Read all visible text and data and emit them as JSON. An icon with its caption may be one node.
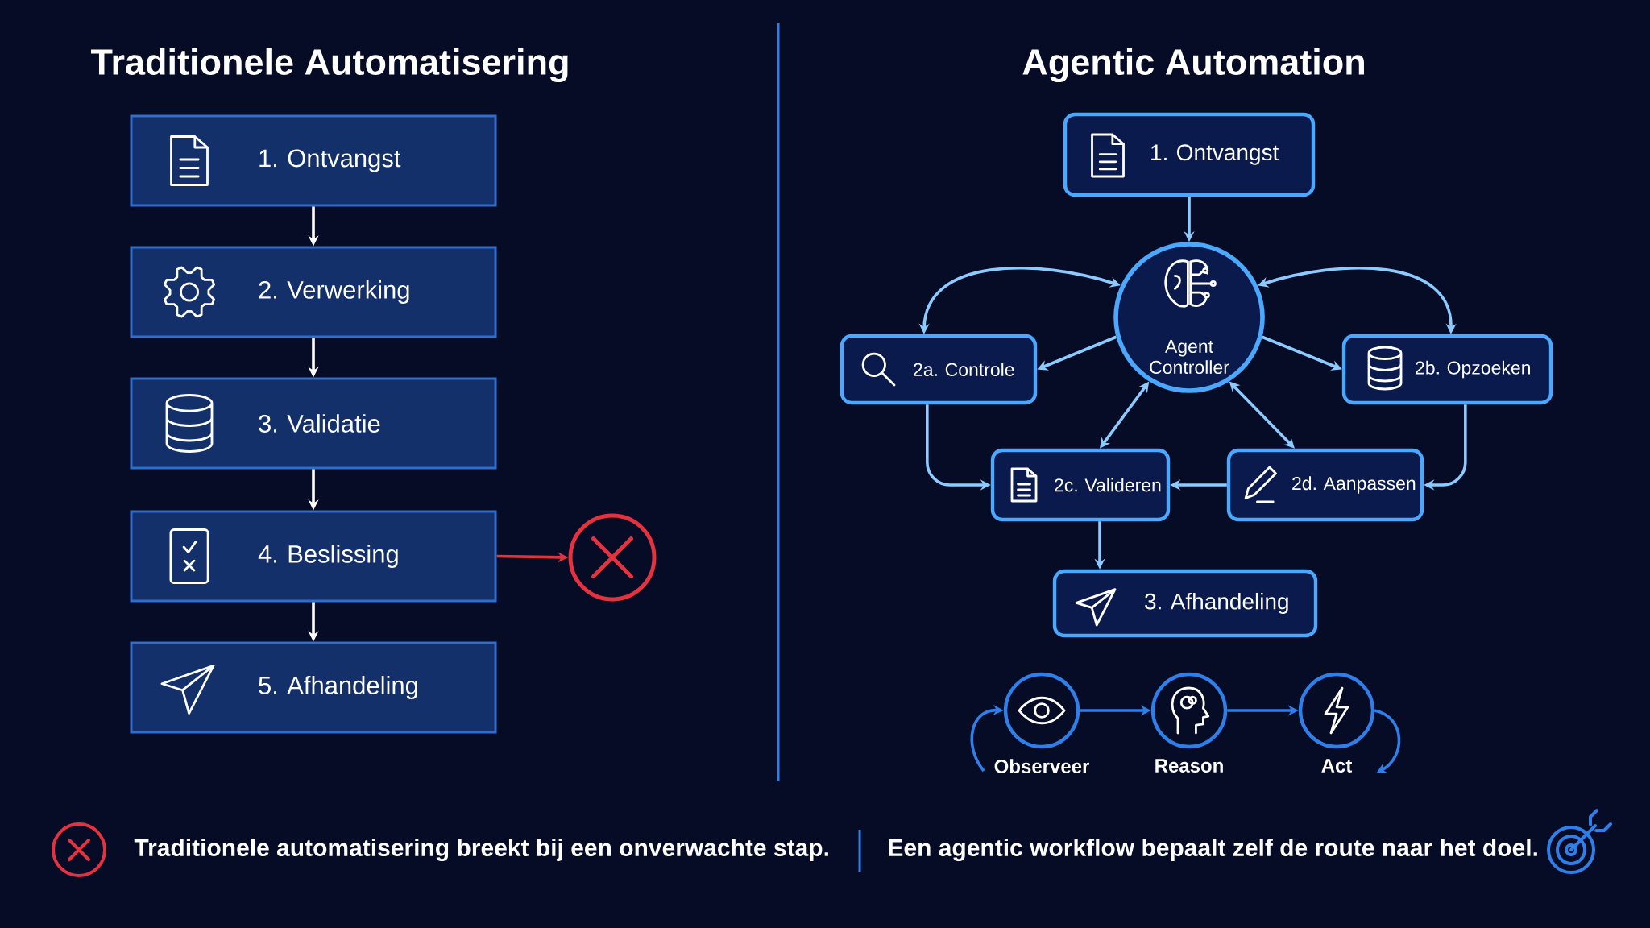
{
  "diagram": {
    "nodes": [
      {
        "text": [
          "1. Ontvangst"
        ]
      },
      {
        "text": [
          "2. Verwerking"
        ]
      },
      {
        "text": [
          "3. Validatie"
        ]
      },
      {
        "text": [
          "4. Beslissing"
        ]
      },
      {
        "text": [
          "5. Afhandeling"
        ]
      },
      {
        "text": [],
        "shape": "circle"
      },
      {
        "text": [
          "1. Ontvangst"
        ]
      },
      {
        "text": [
          "Agent Controller"
        ]
      },
      {
        "text": [
          "2a. Controle"
        ]
      },
      {
        "text": [
          "2b. Opzoeken"
        ]
      },
      {
        "text": [
          "2c. Valideren"
        ]
      },
      {
        "text": [
          "2d. Aanpassen"
        ]
      },
      {
        "text": [
          "3. Afhandeling"
        ]
      },
      {
        "text": [
          "Observeer"
        ]
      },
      {
        "text": [
          "Reason"
        ]
      },
      {
        "text": [
          "Act"
        ]
      }
    ],
    "edges": [
      {
        "from": 0,
        "to": 1,
        "arrow": "to",
        "color": "#ffffff"
      },
      {
        "from": 1,
        "to": 2,
        "arrow": "to",
        "color": "#ffffff"
      },
      {
        "from": 2,
        "to": 3,
        "arrow": "to",
        "color": "#ffffff"
      },
      {
        "from": 3,
        "to": 4,
        "arrow": "to",
        "color": "#ffffff"
      },
      {
        "from": 3,
        "to": 5,
        "arrow": "to",
        "color": "#e5323f"
      },
      {
        "from": 6,
        "to": 7,
        "arrow": "to"
      },
      {
        "from": 7,
        "to": 8,
        "arrow": "both"
      },
      {
        "from": 7,
        "to": 8,
        "arrow": "to"
      },
      {
        "from": 7,
        "to": 9,
        "arrow": "both"
      },
      {
        "from": 7,
        "to": 9,
        "arrow": "to"
      },
      {
        "from": 7,
        "to": 10,
        "arrow": "both"
      },
      {
        "from": 7,
        "to": 11,
        "arrow": "both"
      },
      {
        "from": 8,
        "to": 10,
        "arrow": "to"
      },
      {
        "from": 9,
        "to": 11,
        "arrow": "to"
      },
      {
        "from": 11,
        "to": 10,
        "arrow": "to"
      },
      {
        "from": 10,
        "to": 12,
        "arrow": "to"
      },
      {
        "from": null,
        "to": 13,
        "arrow": "to",
        "color": "#2f7fe8"
      },
      {
        "from": 13,
        "to": 14,
        "arrow": "to",
        "color": "#2f7fe8"
      },
      {
        "from": 14,
        "to": 15,
        "arrow": "to",
        "color": "#2f7fe8"
      },
      {
        "from": 15,
        "to": null,
        "arrow": "to",
        "color": "#2f7fe8"
      }
    ],
    "labels": [
      "Traditionele Automatisering",
      "Agentic Automation",
      "Traditionele automatisering breekt bij een onverwachte stap.",
      "Een agentic workflow bepaalt zelf de route naar het doel."
    ]
  }
}
